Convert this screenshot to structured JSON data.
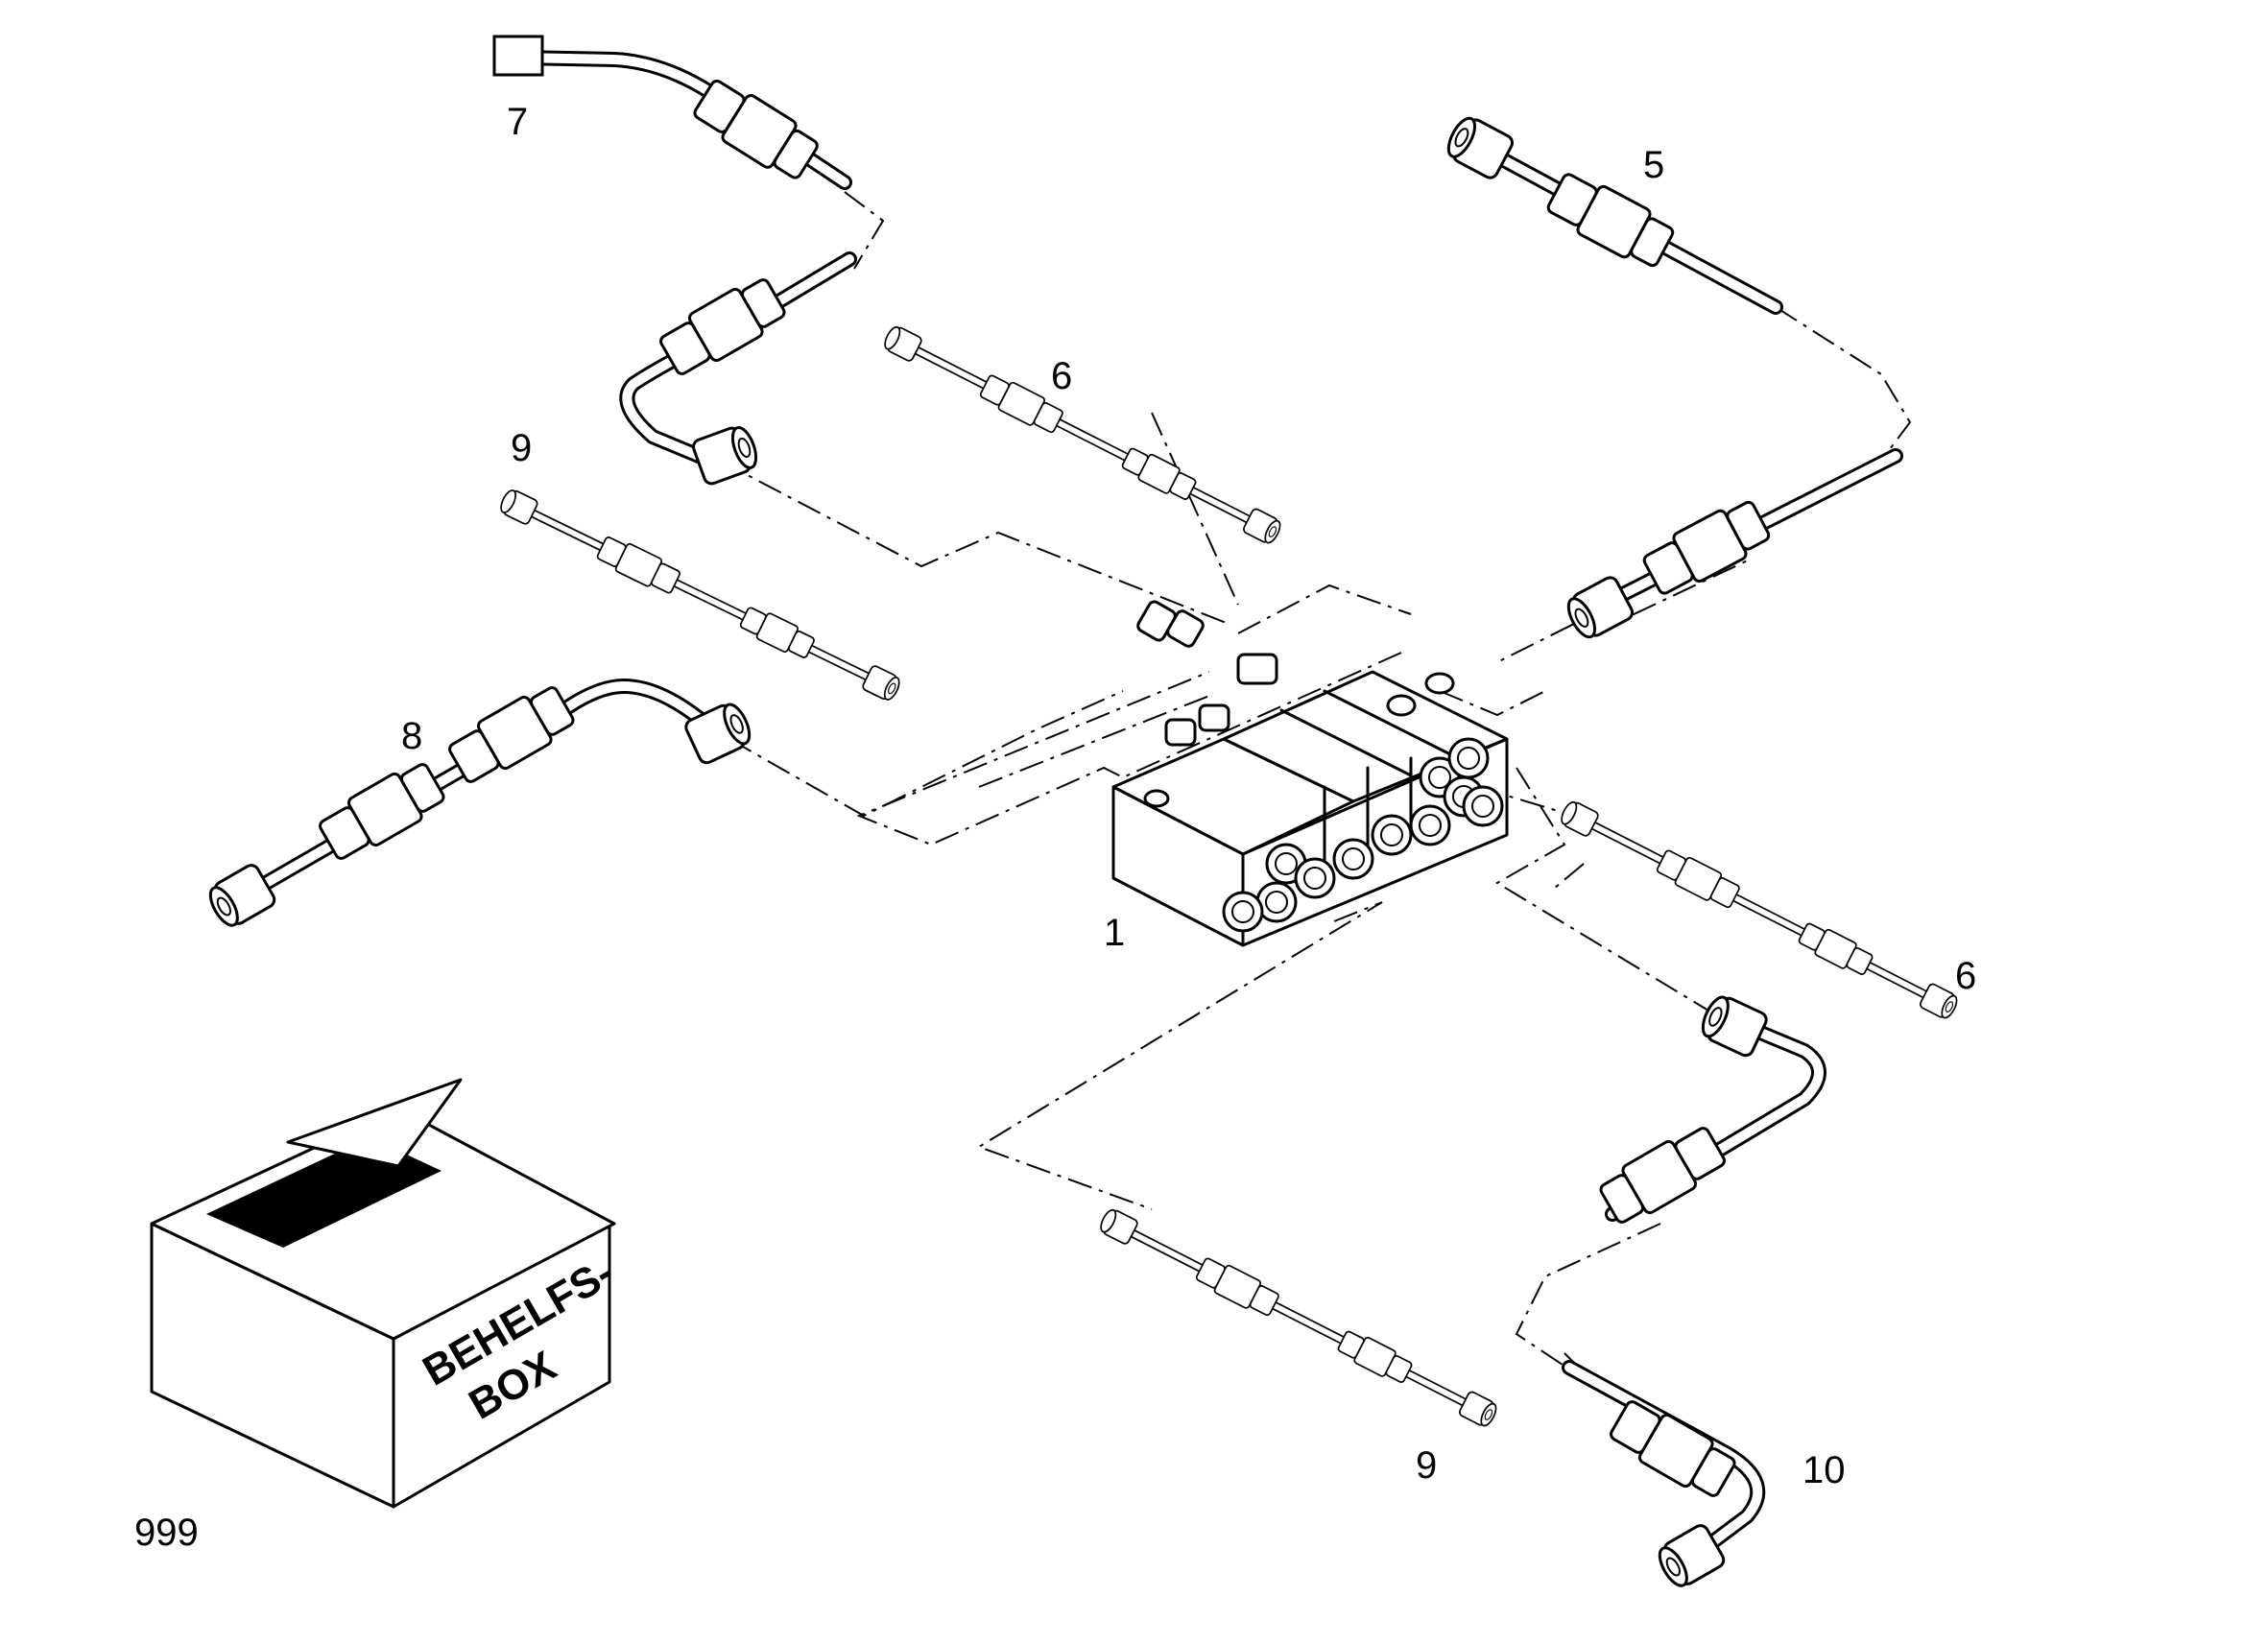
{
  "callouts": {
    "n1": "1",
    "n5": "5",
    "n6a": "6",
    "n6b": "6",
    "n7": "7",
    "n8": "8",
    "n9a": "9",
    "n9b": "9",
    "n10": "10",
    "n999": "999"
  },
  "box": {
    "line1": "BEHELFS-",
    "line2": "BOX"
  }
}
